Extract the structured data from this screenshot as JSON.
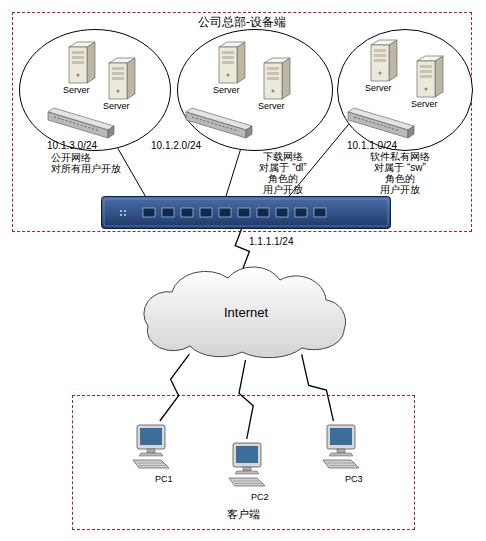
{
  "diagram": {
    "nodes": [
      {
        "text": [
          "公司总部-设备端"
        ]
      },
      {
        "text": [
          "10.1.3.0/24",
          "公开网络 对所有用户开放"
        ],
        "in": 0
      },
      {
        "text": [
          "Server"
        ],
        "in": 1
      },
      {
        "text": [
          "Server"
        ],
        "in": 1
      },
      {
        "text": [
          "10.1.2.0/24",
          "下载网络 对属于 “dl” 角色的 用户开放"
        ],
        "in": 0
      },
      {
        "text": [
          "Server"
        ],
        "in": 4
      },
      {
        "text": [
          "Server"
        ],
        "in": 4
      },
      {
        "text": [
          "10.1.1.0/24",
          "软件私有网络 对属于 “sw” 角色的 用户开放"
        ],
        "in": 0
      },
      {
        "text": [
          "Server"
        ],
        "in": 7
      },
      {
        "text": [
          "Server"
        ],
        "in": 7
      },
      {
        "text": [
          "1.1.1.1/24"
        ],
        "in": 0
      },
      {
        "text": [
          "Internet"
        ]
      },
      {
        "text": [
          "客户端"
        ]
      },
      {
        "text": [
          "PC1"
        ],
        "in": 12
      },
      {
        "text": [
          "PC2"
        ],
        "in": 12
      },
      {
        "text": [
          "PC3"
        ],
        "in": 12
      }
    ],
    "edges": [
      {
        "from": 1,
        "to": 10,
        "arrow": "none"
      },
      {
        "from": 4,
        "to": 10,
        "arrow": "none"
      },
      {
        "from": 7,
        "to": 10,
        "arrow": "none"
      },
      {
        "from": 10,
        "to": 11,
        "arrow": "none"
      },
      {
        "from": 11,
        "to": 13,
        "arrow": "none"
      },
      {
        "from": 11,
        "to": 14,
        "arrow": "none"
      },
      {
        "from": 11,
        "to": 15,
        "arrow": "none"
      }
    ]
  }
}
